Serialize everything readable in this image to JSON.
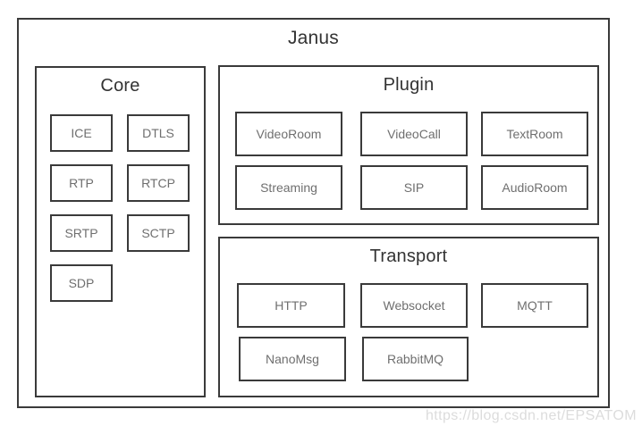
{
  "diagram": {
    "title": "Janus",
    "watermark": "https://blog.csdn.net/EPSATOM",
    "sections": [
      {
        "id": "core",
        "title": "Core",
        "items": [
          "ICE",
          "DTLS",
          "RTP",
          "RTCP",
          "SRTP",
          "SCTP",
          "SDP"
        ]
      },
      {
        "id": "plugin",
        "title": "Plugin",
        "items": [
          "VideoRoom",
          "VideoCall",
          "TextRoom",
          "Streaming",
          "SIP",
          "AudioRoom"
        ]
      },
      {
        "id": "transport",
        "title": "Transport",
        "items": [
          "HTTP",
          "Websocket",
          "MQTT",
          "NanoMsg",
          "RabbitMQ"
        ]
      }
    ]
  },
  "colors": {
    "border": "#3a3a3a",
    "title_text": "#333333",
    "item_text": "#6f6f6f",
    "background": "#ffffff",
    "watermark": "#dcdcdc"
  }
}
